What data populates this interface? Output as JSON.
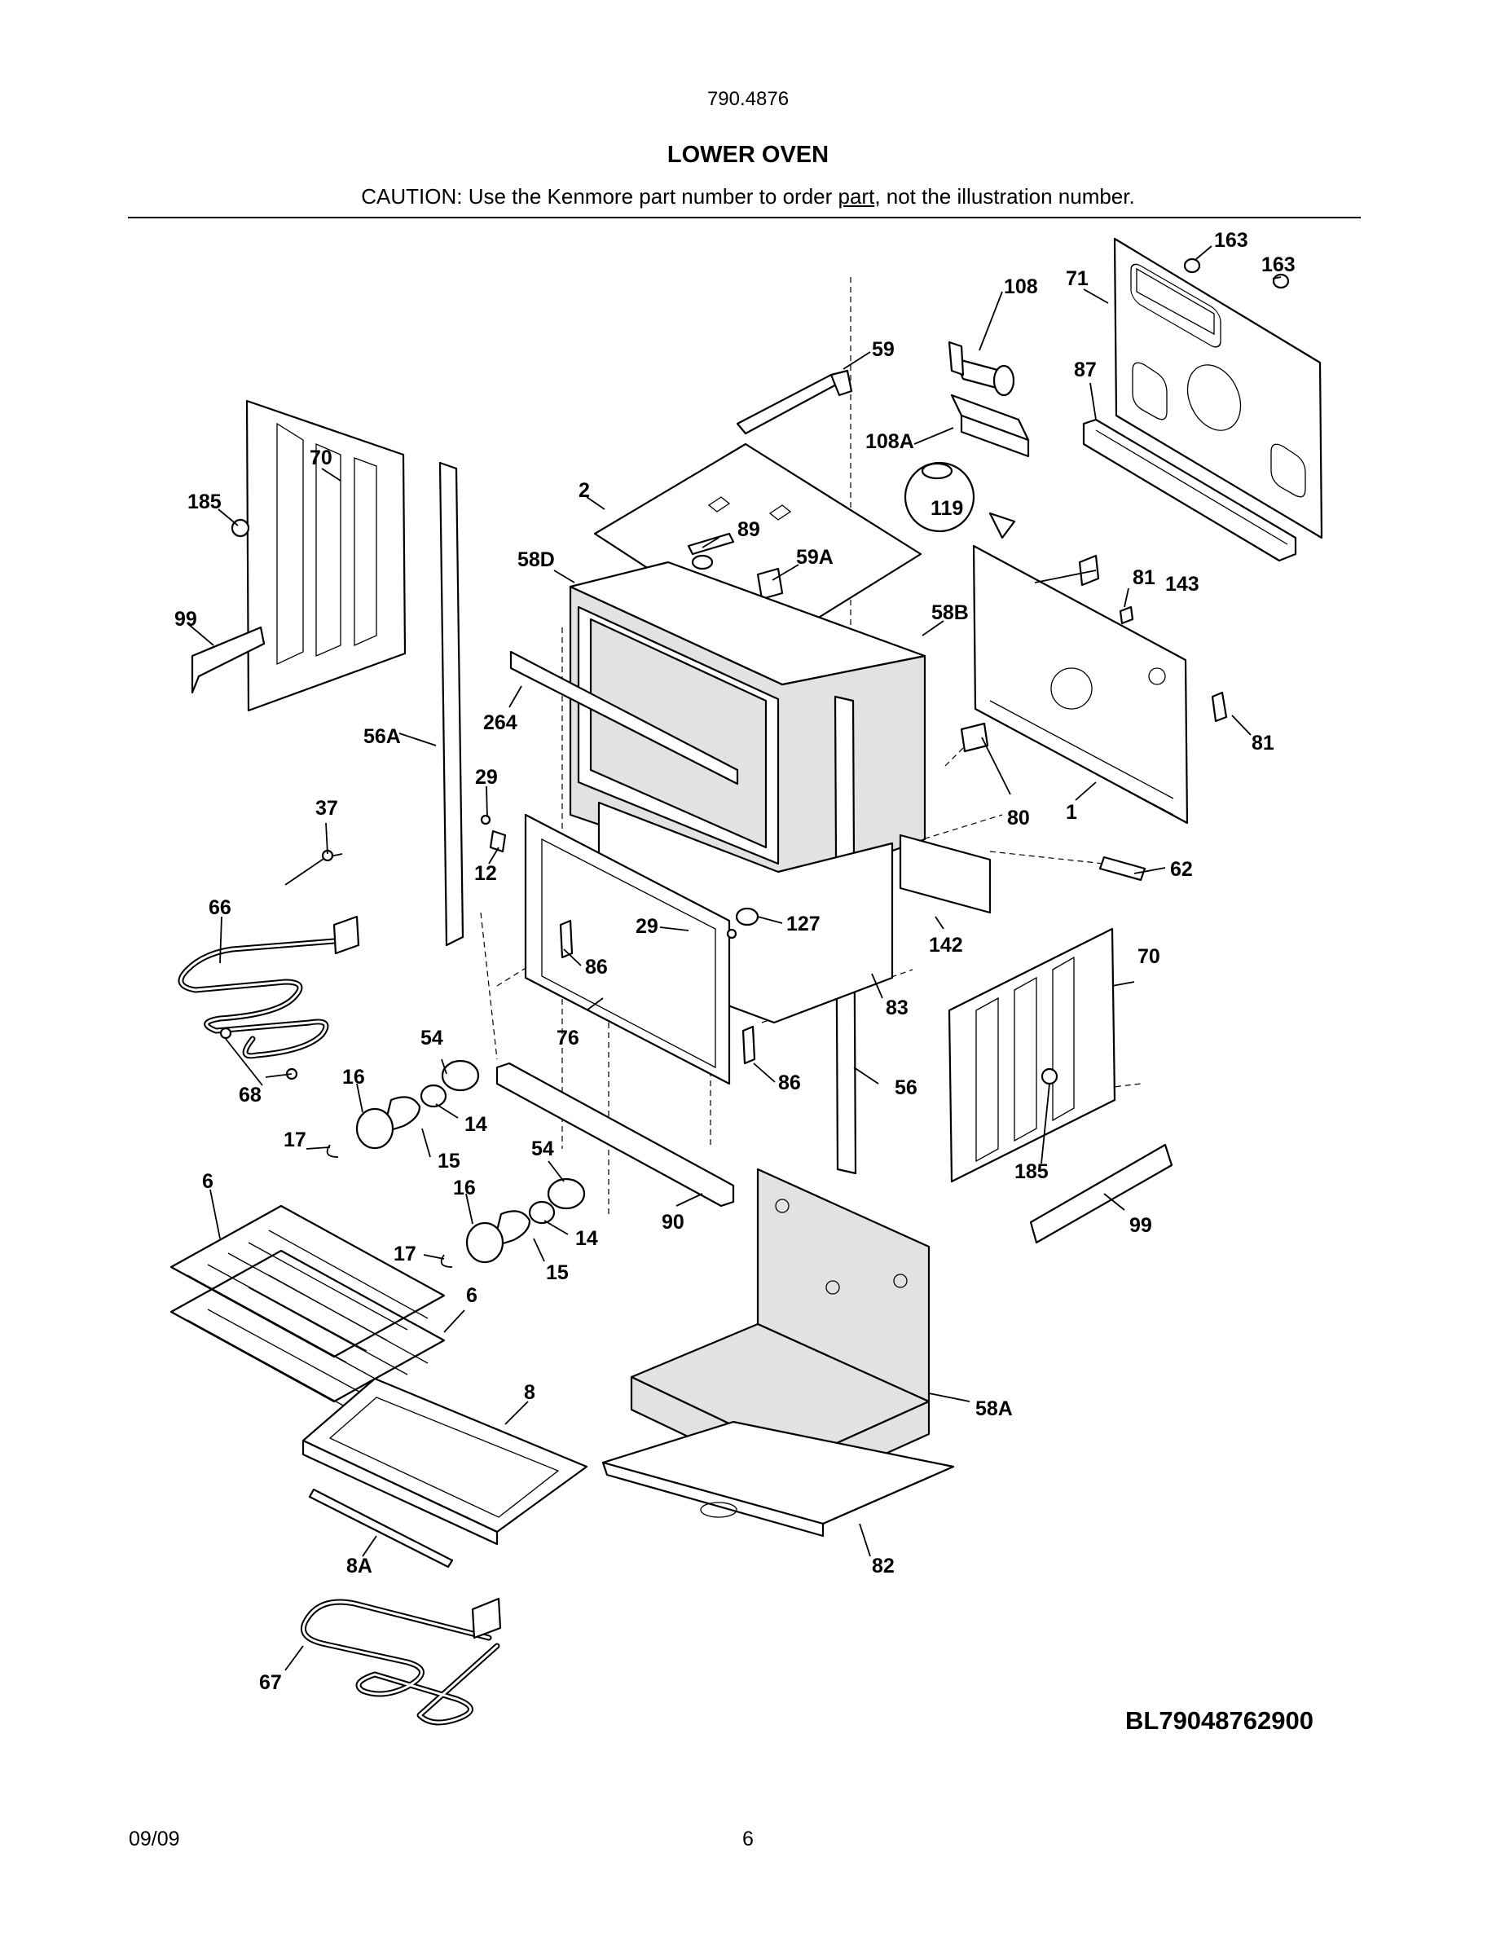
{
  "header": {
    "model_number": "790.4876",
    "title": "LOWER OVEN",
    "caution_prefix": "CAUTION: Use the Kenmore part number to order ",
    "caution_underlined": "part",
    "caution_suffix": ", not the illustration number."
  },
  "callouts": [
    "163",
    "163",
    "71",
    "108",
    "59",
    "87",
    "108A",
    "70",
    "185",
    "2",
    "119",
    "89",
    "58D",
    "59A",
    "81",
    "143",
    "99",
    "58B",
    "264",
    "56A",
    "29",
    "81",
    "37",
    "80",
    "1",
    "12",
    "62",
    "66",
    "29",
    "127",
    "142",
    "70",
    "86",
    "83",
    "76",
    "54",
    "86",
    "68",
    "16",
    "56",
    "14",
    "17",
    "15",
    "185",
    "54",
    "6",
    "16",
    "99",
    "14",
    "90",
    "17",
    "15",
    "6",
    "8",
    "58A",
    "8A",
    "82",
    "67"
  ],
  "diagram_code": "BL79048762900",
  "footer": {
    "date": "09/09",
    "page_number": "6"
  }
}
